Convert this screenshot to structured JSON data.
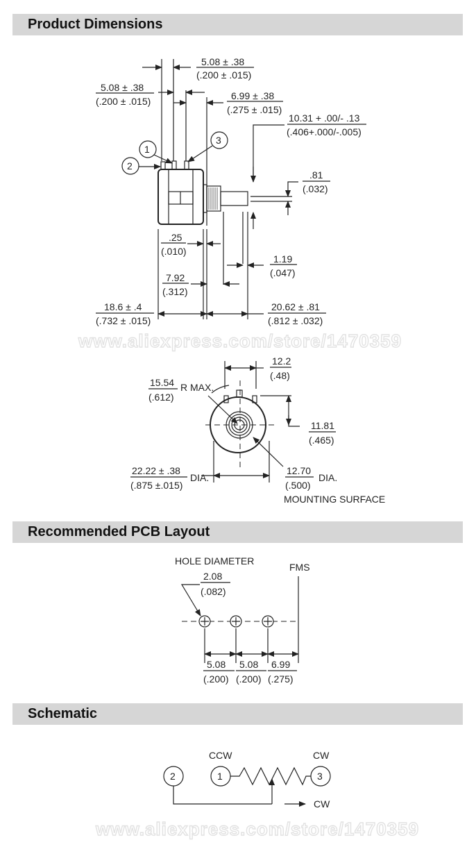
{
  "sections": {
    "dimensions": "Product Dimensions",
    "pcb": "Recommended PCB Layout",
    "schematic": "Schematic"
  },
  "watermark": "www.aliexpress.com/store/1470359",
  "side_view": {
    "pin_spacing_top": [
      "5.08 ± .38",
      "(.200 ± .015)"
    ],
    "pin_spacing_left": [
      "5.08  ± .38",
      "(.200 ± .015)"
    ],
    "pin_to_face": [
      "6.99 ± .38",
      "(.275 ± .015)"
    ],
    "bushing_height": [
      "10.31 + .00/- .13",
      "(.406+.000/-.005)"
    ],
    "shaft_flat": [
      ".81",
      "(.032)"
    ],
    "washer": [
      ".25",
      "(.010)"
    ],
    "shaft_step": [
      "1.19",
      "(.047)"
    ],
    "bushing_len": [
      "7.92",
      "(.312)"
    ],
    "body_len": [
      "18.6 ± .4",
      "(.732 ± .015)"
    ],
    "shaft_len": [
      "20.62 ± .81",
      "(.812 ± .032)"
    ],
    "pins": [
      "1",
      "2",
      "3"
    ]
  },
  "front_view": {
    "radius": [
      "15.54",
      "(.612)"
    ],
    "radius_suffix": "R MAX.",
    "width": [
      "12.2",
      "(.48)"
    ],
    "offset": [
      "11.81",
      "(.465)"
    ],
    "body_dia": [
      "22.22 ± .38",
      "(.875 ±.015)"
    ],
    "body_dia_suffix": "DIA.",
    "mount_dia": [
      "12.70",
      "(.500)"
    ],
    "mount_dia_suffix": "DIA.",
    "mount_label": "MOUNTING SURFACE"
  },
  "pcb": {
    "hole_label": "HOLE DIAMETER",
    "hole_dia": [
      "2.08",
      "(.082)"
    ],
    "fms": "FMS",
    "spacings": [
      [
        "5.08",
        "(.200)"
      ],
      [
        "5.08",
        "(.200)"
      ],
      [
        "6.99",
        "(.275)"
      ]
    ]
  },
  "schematic": {
    "pins": [
      "2",
      "1",
      "3"
    ],
    "ccw": "CCW",
    "cw_top": "CW",
    "cw_arrow": "CW"
  }
}
